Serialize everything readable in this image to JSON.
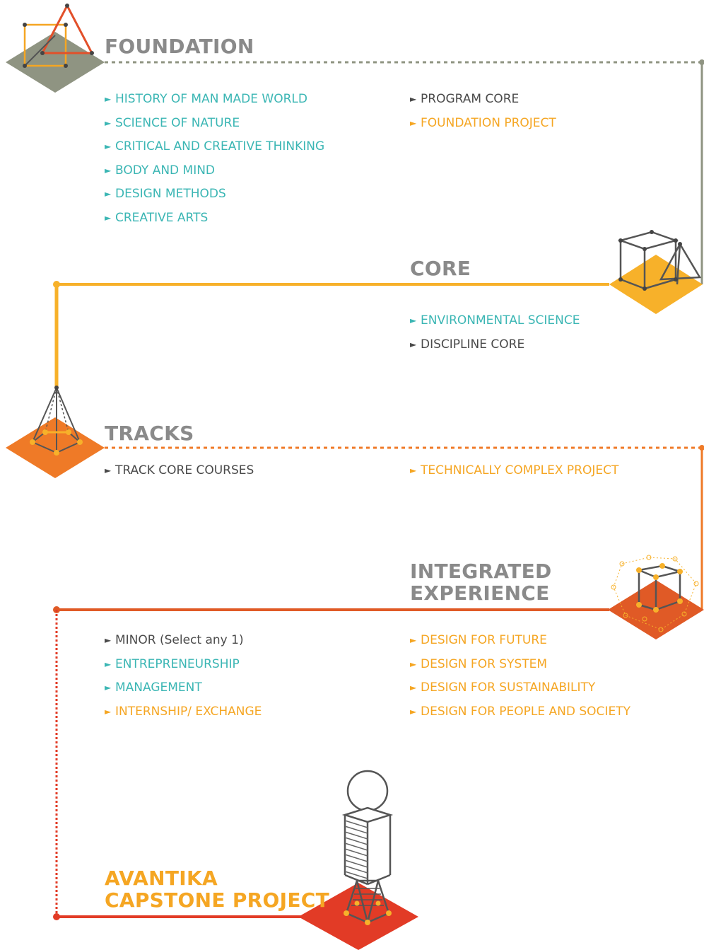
{
  "stages": {
    "foundation": {
      "title": "FOUNDATION",
      "left_items": [
        {
          "label": "HISTORY OF MAN MADE WORLD",
          "tone": "teal"
        },
        {
          "label": "SCIENCE OF NATURE",
          "tone": "teal"
        },
        {
          "label": "CRITICAL AND CREATIVE THINKING",
          "tone": "teal"
        },
        {
          "label": "BODY AND MIND",
          "tone": "teal"
        },
        {
          "label": "DESIGN METHODS",
          "tone": "teal"
        },
        {
          "label": "CREATIVE ARTS",
          "tone": "teal"
        }
      ],
      "right_items": [
        {
          "label": "PROGRAM CORE",
          "tone": "gray"
        },
        {
          "label": "FOUNDATION PROJECT",
          "tone": "orange"
        }
      ]
    },
    "core": {
      "title": "CORE",
      "right_items": [
        {
          "label": "ENVIRONMENTAL SCIENCE",
          "tone": "teal"
        },
        {
          "label": "DISCIPLINE CORE",
          "tone": "gray"
        }
      ]
    },
    "tracks": {
      "title": "TRACKS",
      "left_items": [
        {
          "label": "TRACK CORE COURSES",
          "tone": "gray"
        }
      ],
      "right_items": [
        {
          "label": "TECHNICALLY COMPLEX PROJECT",
          "tone": "orange"
        }
      ]
    },
    "integrated": {
      "title_line1": "INTEGRATED",
      "title_line2": "EXPERIENCE",
      "left_items": [
        {
          "label": "MINOR (Select any 1)",
          "tone": "gray"
        },
        {
          "label": "ENTREPRENEURSHIP",
          "tone": "teal"
        },
        {
          "label": "MANAGEMENT",
          "tone": "teal"
        },
        {
          "label": "INTERNSHIP/ EXCHANGE",
          "tone": "orange"
        }
      ],
      "right_items": [
        {
          "label": "DESIGN FOR FUTURE",
          "tone": "orange"
        },
        {
          "label": "DESIGN FOR SYSTEM",
          "tone": "orange"
        },
        {
          "label": "DESIGN FOR SUSTAINABILITY",
          "tone": "orange"
        },
        {
          "label": "DESIGN FOR PEOPLE AND SOCIETY",
          "tone": "orange"
        }
      ]
    },
    "capstone": {
      "title_line1": "AVANTIKA",
      "title_line2": "CAPSTONE PROJECT"
    }
  },
  "bullet_glyph": "►",
  "icons": [
    "square-triangle-icon",
    "cube-pyramid-icon",
    "pyramid-icon",
    "network-cube-icon",
    "figure-icon"
  ],
  "colors": {
    "foundation": "#8f9482",
    "core": "#f7b12a",
    "tracks": "#ef7a27",
    "integrated": "#e05a26",
    "capstone": "#e23b26",
    "teal_text": "#3bb6b4",
    "gray_text": "#4a4a4a",
    "orange_text": "#f5a623",
    "heading_gray": "#8a8a8a"
  }
}
